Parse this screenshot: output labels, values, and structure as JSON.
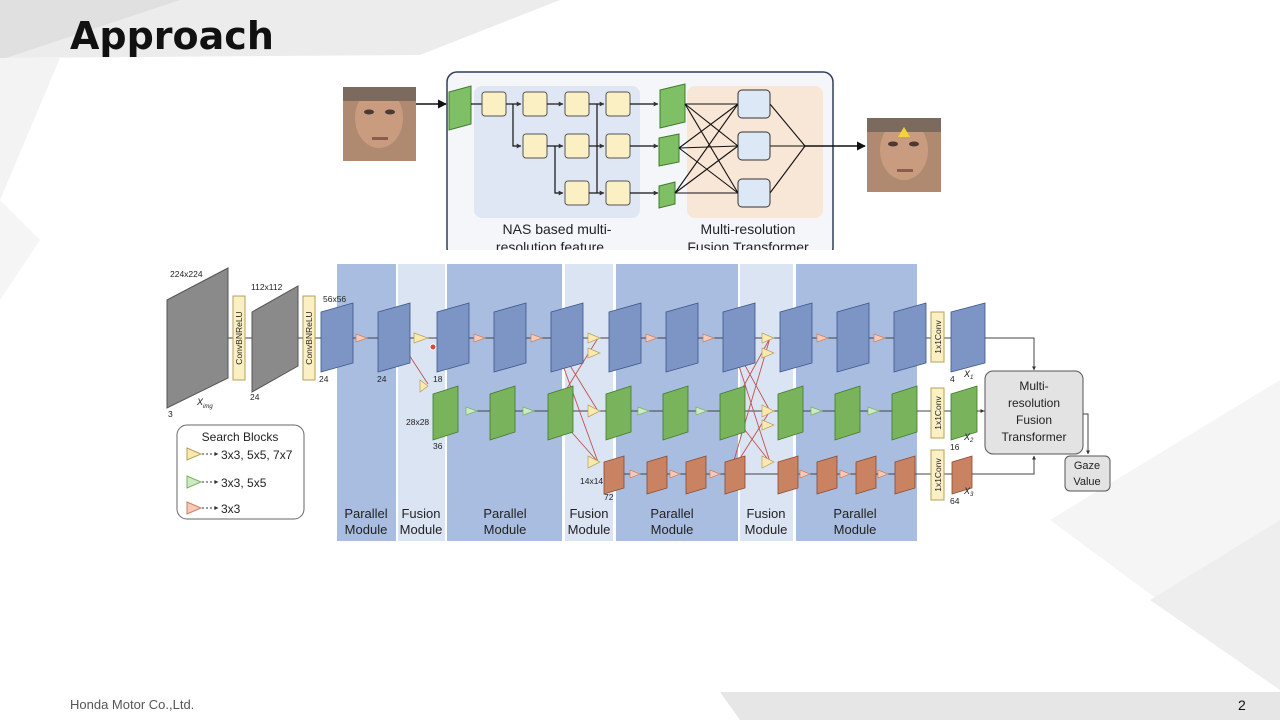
{
  "slide": {
    "title": "Approach",
    "footer_company": "Honda Motor Co.,Ltd.",
    "page_number": "2"
  },
  "top_panel": {
    "nas_label_line1": "NAS based multi-",
    "nas_label_line2": "resolution feature",
    "fusion_label_line1": "Multi-resolution",
    "fusion_label_line2": "Fusion Transformer"
  },
  "network": {
    "input_size": "224x224",
    "input_channels": "3",
    "input_var": "X",
    "input_var_sub": "img",
    "stem1_label": "ConvBNReLU",
    "stem1_size": "112x112",
    "stem1_channels": "24",
    "stem2_label": "ConvBNReLU",
    "res1_size": "56x56",
    "res1_channels_a": "24",
    "res1_channels_b": "24",
    "res1_channels_c": "18",
    "res2_size": "28x28",
    "res2_channels": "36",
    "res3_size": "14x14",
    "res3_channels": "72",
    "modules": [
      {
        "line1": "Parallel",
        "line2": "Module"
      },
      {
        "line1": "Fusion",
        "line2": "Module"
      },
      {
        "line1": "Parallel",
        "line2": "Module"
      },
      {
        "line1": "Fusion",
        "line2": "Module"
      },
      {
        "line1": "Parallel",
        "line2": "Module"
      },
      {
        "line1": "Fusion",
        "line2": "Module"
      },
      {
        "line1": "Parallel",
        "line2": "Module"
      }
    ],
    "conv1x1_label": "1x1Conv",
    "outputs": [
      {
        "var": "X",
        "sub": "1",
        "channels": "4"
      },
      {
        "var": "X",
        "sub": "2",
        "channels": "16"
      },
      {
        "var": "X",
        "sub": "3",
        "channels": "64"
      }
    ],
    "transformer_line1": "Multi-",
    "transformer_line2": "resolution",
    "transformer_line3": "Fusion",
    "transformer_line4": "Transformer",
    "gaze_line1": "Gaze",
    "gaze_line2": "Value"
  },
  "legend": {
    "title": "Search Blocks",
    "items": [
      {
        "label": "3x3, 5x5, 7x7",
        "color": "#fbe9b0"
      },
      {
        "label": "3x3, 5x5",
        "color": "#cfe8c6"
      },
      {
        "label": "3x3",
        "color": "#f6c9b8"
      }
    ]
  },
  "colors": {
    "parallel_bg": "#a9bde0",
    "fusion_bg": "#dbe4f3",
    "blue_block": "#7d95c5",
    "green_block": "#79b35c",
    "orange_block": "#c98262",
    "gray_block": "#8a8a8a"
  }
}
